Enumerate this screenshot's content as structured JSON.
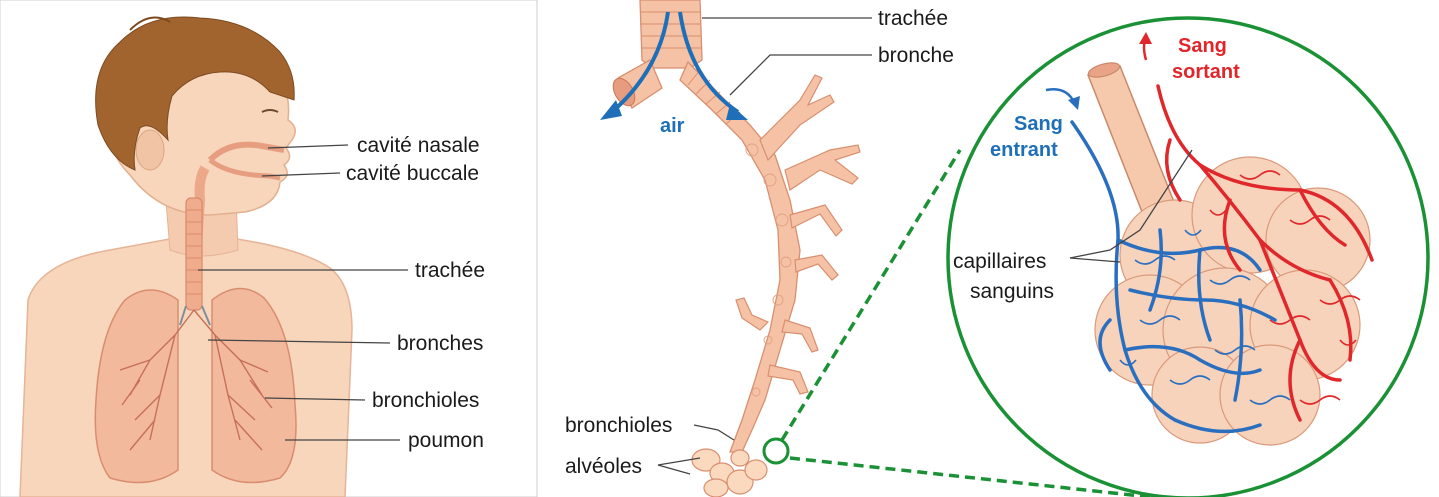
{
  "panel_left": {
    "labels": {
      "nasal_cavity": "cavité nasale",
      "oral_cavity": "cavité buccale",
      "trachea": "trachée",
      "bronchi": "bronches",
      "bronchioles": "bronchioles",
      "lung": "poumon"
    }
  },
  "panel_middle": {
    "labels": {
      "trachea": "trachée",
      "bronchus": "bronche",
      "air": "air",
      "bronchioles": "bronchioles",
      "alveoli": "alvéoles"
    }
  },
  "panel_right": {
    "labels": {
      "blood_in_1": "Sang",
      "blood_in_2": "entrant",
      "blood_out_1": "Sang",
      "blood_out_2": "sortant",
      "capillaries_1": "capillaires",
      "capillaries_2": "sanguins"
    }
  },
  "colors": {
    "skin": "#f6d3b8",
    "lung": "#f3b89a",
    "hair": "#a0632e",
    "vein_blue": "#2a6fbf",
    "artery_red": "#e0282c",
    "zoom_green": "#1a9135",
    "air_arrow": "#1f6fb8"
  }
}
